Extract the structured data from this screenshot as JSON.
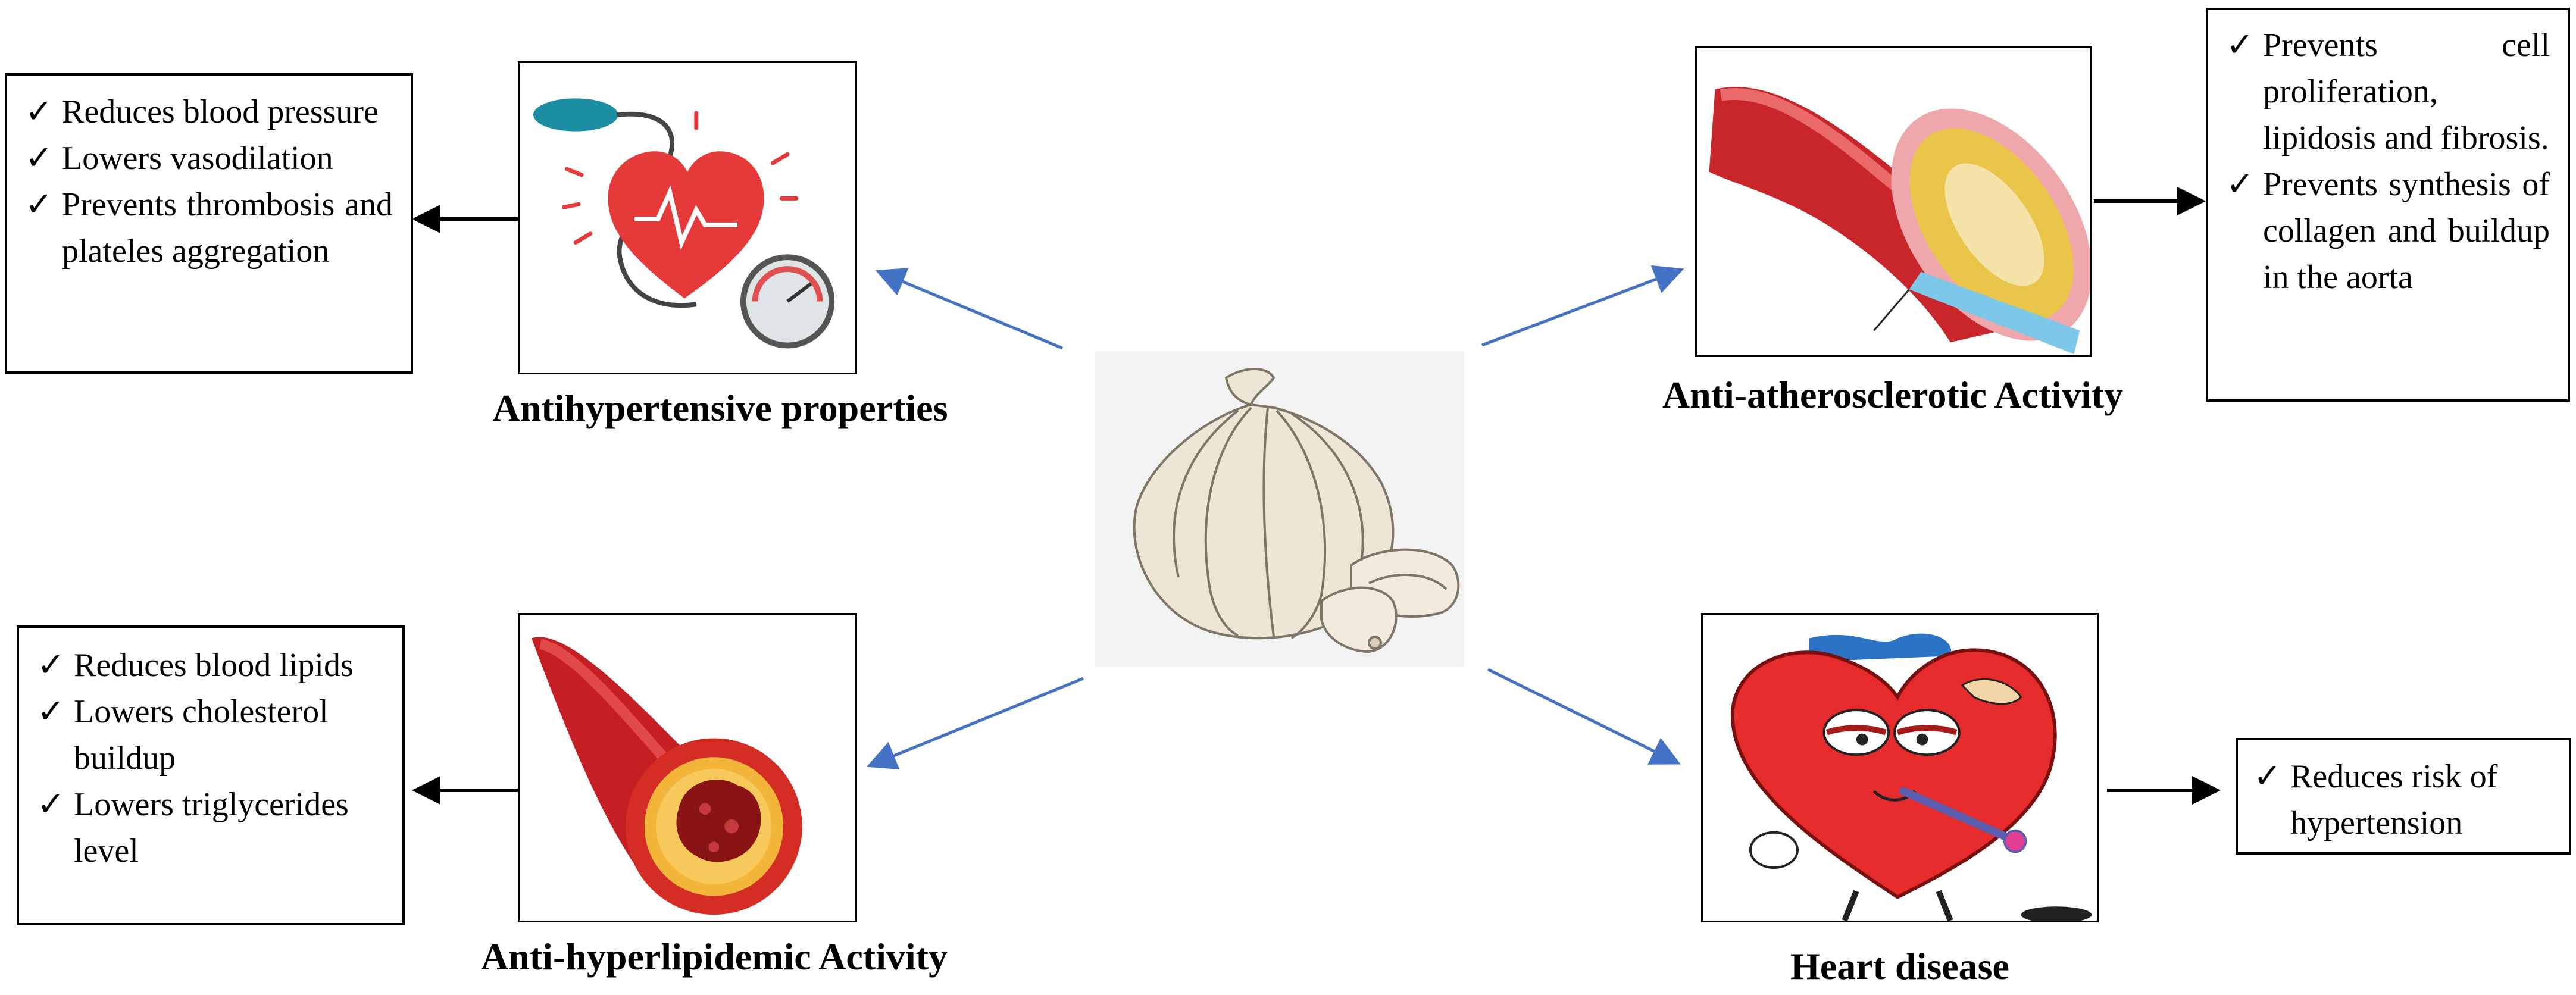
{
  "center": {
    "name": "garlic-image"
  },
  "panels": {
    "antihypertensive": {
      "caption": "Antihypertensive properties",
      "points": [
        {
          "check": "✓",
          "text": "Reduces blood pressure"
        },
        {
          "check": "✓",
          "text": "Lowers vasodilation"
        },
        {
          "check": "✓",
          "text": "Prevents thrombosis and plateles aggregation"
        }
      ]
    },
    "antiatherosclerotic": {
      "caption": "Anti-atherosclerotic Activity",
      "points": [
        {
          "check": "✓",
          "text": "Prevents cell proliferation, lipidosis and fibrosis."
        },
        {
          "check": "✓",
          "text": "Prevents synthesis of collagen and buildup in the aorta"
        }
      ]
    },
    "antihyperlipidemic": {
      "caption": "Anti-hyperlipidemic Activity",
      "points": [
        {
          "check": "✓",
          "text": "Reduces blood lipids"
        },
        {
          "check": "✓",
          "text": "Lowers cholesterol buildup"
        },
        {
          "check": "✓",
          "text": "Lowers triglycerides level"
        }
      ]
    },
    "heart_disease": {
      "caption": "Heart disease",
      "points": [
        {
          "check": "✓",
          "text": "Reduces risk of hypertension"
        }
      ]
    }
  },
  "colors": {
    "blue_arrow": "#4472C4",
    "black_arrow": "#000000",
    "artery_red": "#d7262b",
    "plaque_yellow": "#e9c54a"
  }
}
